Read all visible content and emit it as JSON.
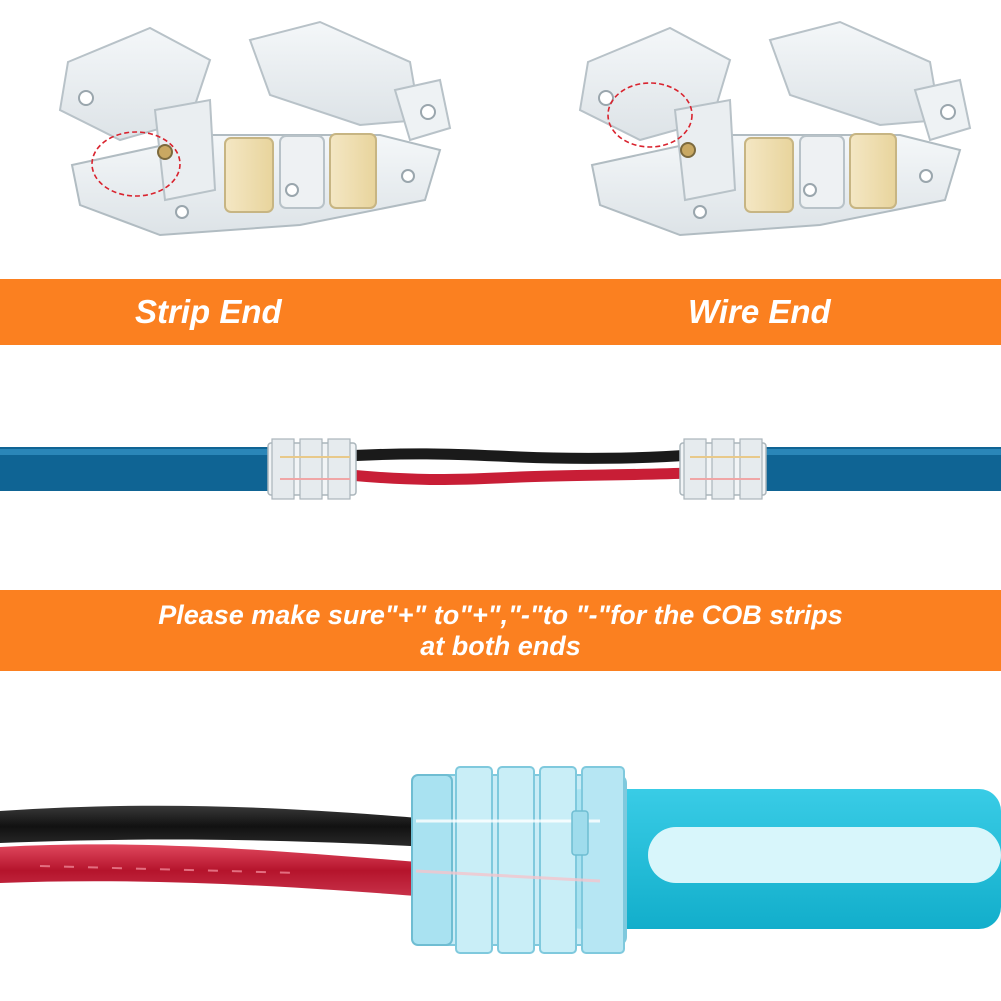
{
  "banner_top": {
    "left_label": "Strip End",
    "right_label": "Wire End"
  },
  "banner_middle": {
    "line1": "Please make sure\"+\" to\"+\",\"-\"to \"-\"for the COB strips",
    "line2": "at both ends"
  },
  "colors": {
    "banner": "#fb8020",
    "cob_strip": "#0f6494",
    "cob_strip_close": "#1ec1d9",
    "wire_black": "#1a1a1a",
    "wire_red": "#c81e36",
    "callout_circle": "#d9232e"
  },
  "icons": {
    "connector_left": "strip-end-connector",
    "connector_right": "wire-end-connector",
    "assembly": "strip-to-strip-jumper",
    "closeup": "cob-connector-closeup"
  }
}
